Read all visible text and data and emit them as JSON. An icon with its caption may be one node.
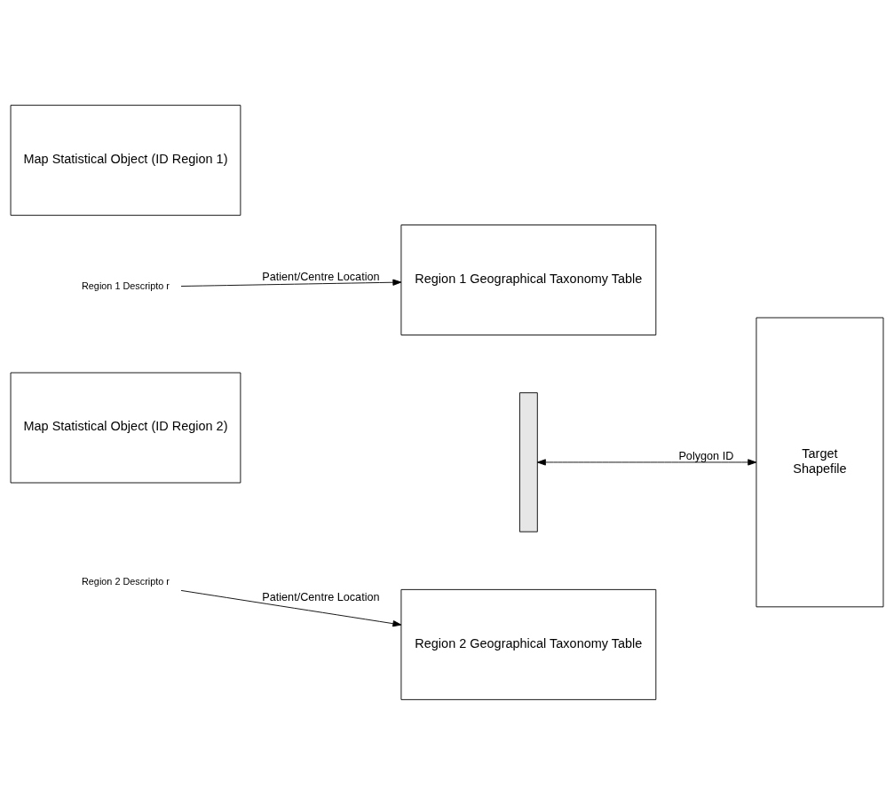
{
  "diagram": {
    "nodes": [
      {
        "text": [
          "Map Statistical Object (ID Region 1)"
        ]
      },
      {
        "text": [],
        "shape": "bar"
      },
      {
        "text": [
          "Region 1 Geographical Taxonomy Table"
        ]
      },
      {
        "text": [
          "Target",
          "Shapefile"
        ]
      },
      {
        "text": [
          "Region 1 Descripto r"
        ]
      },
      {
        "text": [
          "Map Statistical Object (ID Region 2)"
        ]
      },
      {
        "text": [
          "Region 2 Geographical Taxonomy Table"
        ]
      },
      {
        "text": [
          "Region 2 Descripto r"
        ]
      }
    ],
    "edges": [
      {
        "from": 1,
        "to": 3,
        "arrow": "both",
        "label": "Polygon ID"
      },
      {
        "from": 4,
        "to": 2,
        "arrow": "to",
        "label": "Patient/Centre Location"
      },
      {
        "from": 7,
        "to": 6,
        "arrow": "to",
        "label": "Patient/Centre Location"
      }
    ]
  }
}
